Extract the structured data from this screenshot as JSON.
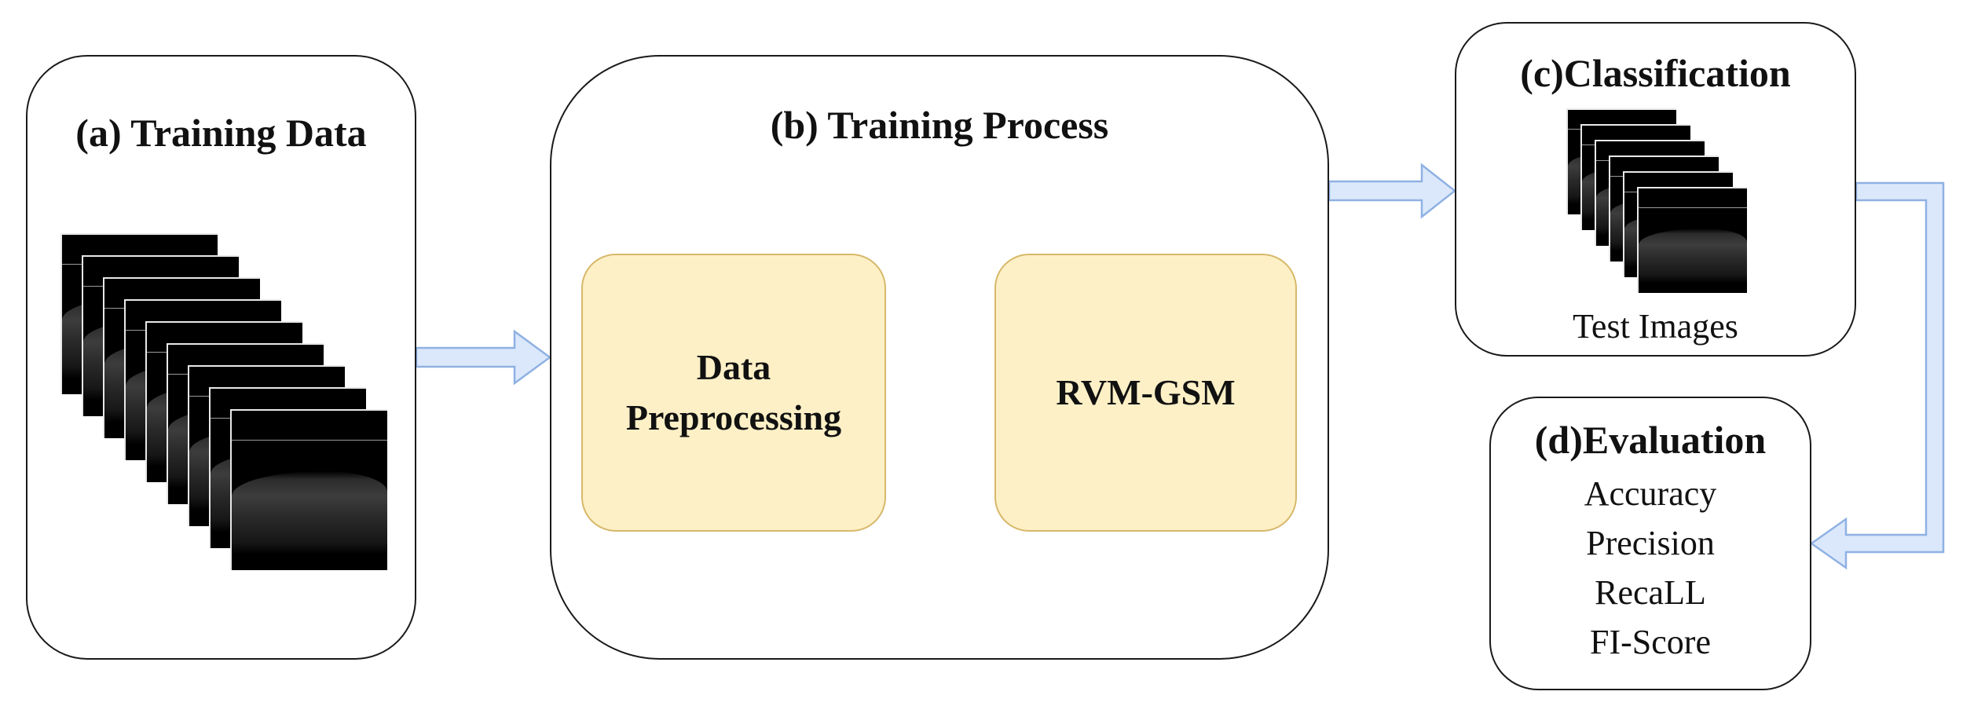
{
  "panels": {
    "a": {
      "title": "(a)  Training Data"
    },
    "b": {
      "title": "(b)  Training Process",
      "steps": [
        {
          "label_line1": "Data",
          "label_line2": "Preprocessing"
        },
        {
          "label": "RVM-GSM"
        }
      ]
    },
    "c": {
      "title": "(c)Classification",
      "caption": "Test Images"
    },
    "d": {
      "title": "(d)Evaluation",
      "metrics": [
        "Accuracy",
        "Precision",
        "RecaLL",
        "FI-Score"
      ]
    }
  },
  "colors": {
    "arrow_fill": "#dbe8fb",
    "arrow_stroke": "#8fb1e3",
    "step_fill": "#fdf0c6",
    "step_border": "#d7b86a"
  }
}
